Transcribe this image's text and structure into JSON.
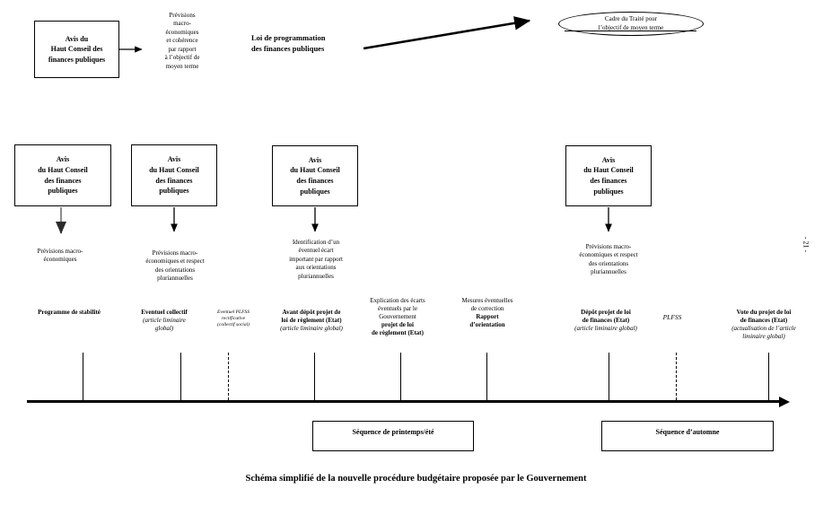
{
  "top": {
    "hcfp_box": "Avis du\nHaut Conseil des\nfinances publiques",
    "hcfp_note": "Prévisions\nmacro-\néconomiques\net cohérence\npar rapport\nà l’objectif de\nmoyen terme",
    "loi_programmation": "Loi de programmation\ndes finances publiques",
    "treaty_ellipse": "Cadre du Traité pour\nl’objectif de moyen terme"
  },
  "avis_boxes": {
    "label": "Avis\ndu Haut Conseil\ndes finances\npubliques",
    "notes": [
      "Prévisions macro-\néconomiques",
      "Prévisions macro-\néconomiques et respect\ndes orientations\npluriannuelles",
      "Identification d’un\néventuel écart\nimportant par rapport\naux orientations\npluriannuelles",
      "Prévisions macro-\néconomiques et respect\ndes orientations\npluriannuelles"
    ]
  },
  "timeline": {
    "labels": [
      {
        "title": "Programme de stabilité"
      },
      {
        "title": "Eventuel collectif",
        "subtitle": "(article liminaire\nglobal)"
      },
      {
        "small_italic": "Eventuel PLFSS\nrectificative\n(collectif social)"
      },
      {
        "title": "Avant dépôt projet de\nloi de règlement (Etat)",
        "subtitle": "(article liminaire global)"
      },
      {
        "plain": "Explication des écarts\néventuels par le\nGouvernement",
        "title": "projet de loi\nde règlement (Etat)"
      },
      {
        "plain": "Mesures éventuelles\nde correction",
        "title": "Rapport\nd’orientation"
      },
      {
        "title": "Dépôt projet de loi\nde finances (Etat)",
        "subtitle": "(article liminaire global)"
      },
      {
        "italic_only": "PLFSS"
      },
      {
        "title": "Vote du projet de loi\nde finances (Etat)",
        "subtitle": "(actualisation de l’article\nliminaire global)"
      }
    ],
    "sequences": [
      "Séquence de printemps/été",
      "Séquence d’automne"
    ]
  },
  "caption": "Schéma simplifié de la nouvelle procédure budgétaire proposée par le Gouvernement",
  "page_number": "- 21 -"
}
